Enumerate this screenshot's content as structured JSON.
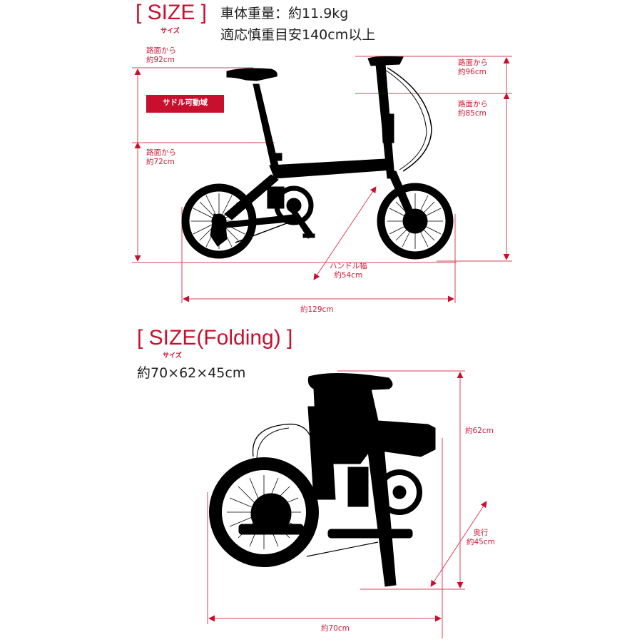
{
  "colors": {
    "accent": "#c8102e",
    "line": "#d9415a",
    "silhouette": "#000000",
    "text": "#222222"
  },
  "size_section": {
    "title": "[ SIZE ]",
    "title_kana": "サイズ",
    "specs": [
      "車体重量：約11.9kg",
      "適応慎重目安140cm以上"
    ],
    "saddle_range_label": "サドル可動域",
    "dimensions": {
      "saddle_max": {
        "line1": "路面から",
        "line2": "約92cm"
      },
      "saddle_min": {
        "line1": "路面から",
        "line2": "約72cm"
      },
      "handle_max": {
        "line1": "路面から",
        "line2": "約96cm"
      },
      "handle_min": {
        "line1": "路面から",
        "line2": "約85cm"
      },
      "handle_width": {
        "line1": "ハンドル幅",
        "line2": "約54cm"
      },
      "length": "約129cm"
    }
  },
  "folding_section": {
    "title": "[ SIZE(Folding) ]",
    "title_kana": "サイズ",
    "spec": "約70×62×45cm",
    "dimensions": {
      "height": "約62cm",
      "depth": {
        "line1": "奥行",
        "line2": "約45cm"
      },
      "width": "約70cm"
    }
  }
}
